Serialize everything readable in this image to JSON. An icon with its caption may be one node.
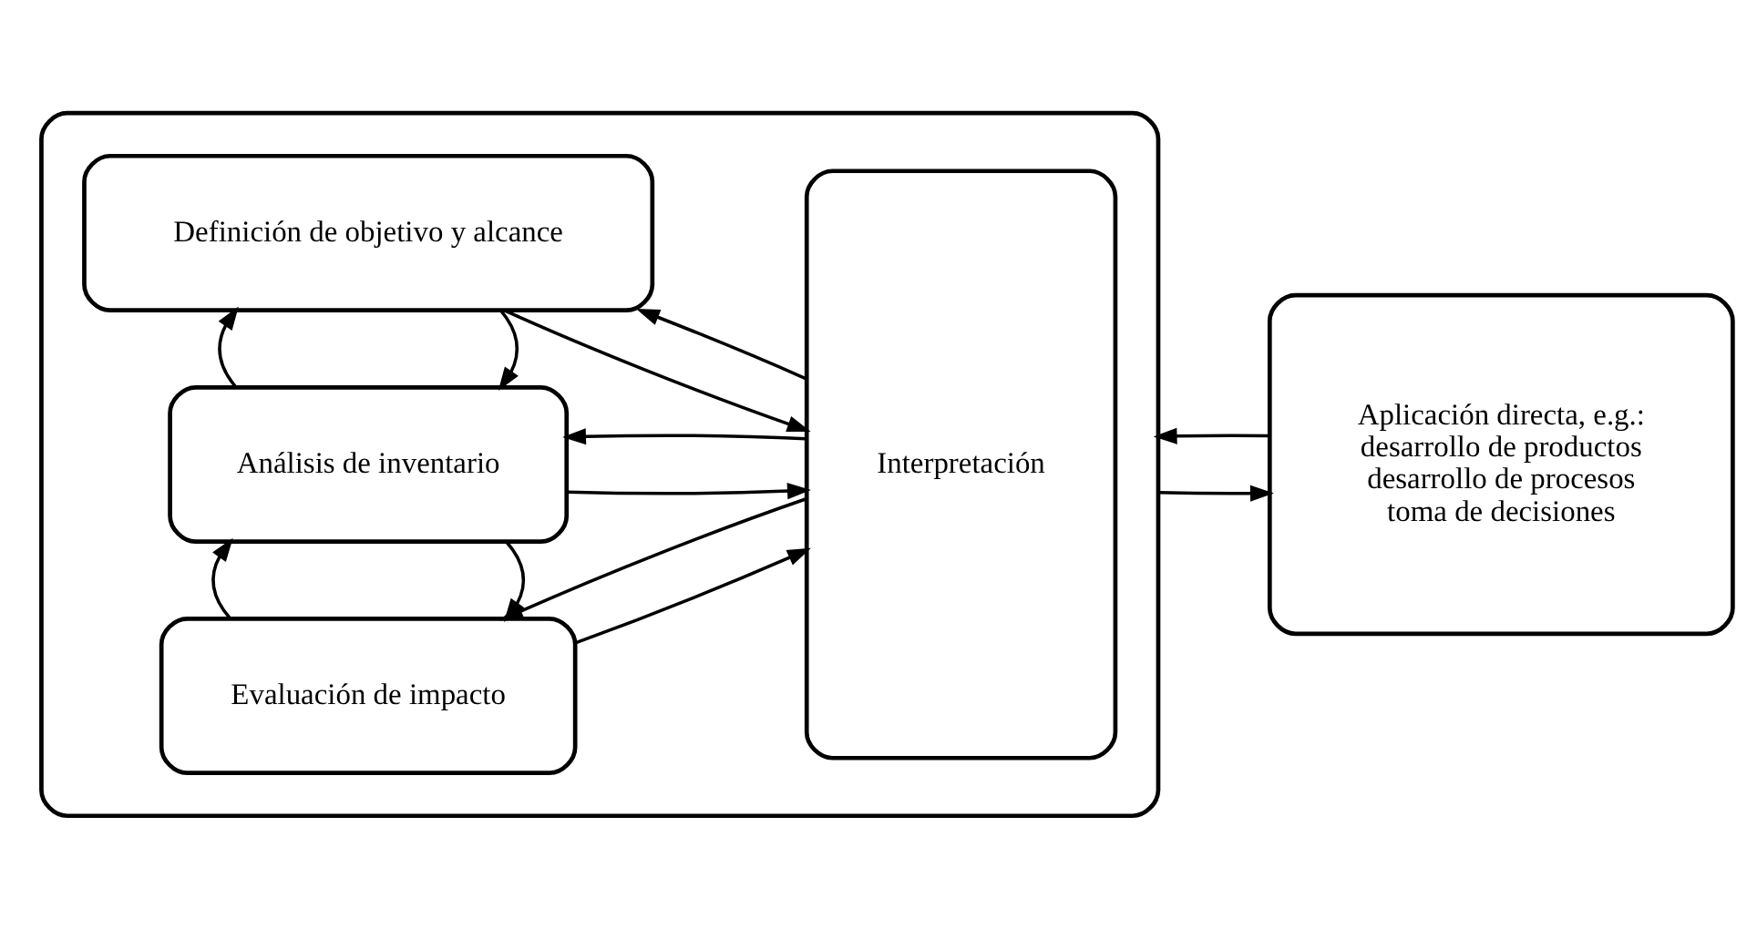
{
  "diagram": {
    "nodes": [
      {
        "text": [],
        "shape": "box"
      },
      {
        "text": [
          "Definición de objetivo y alcance"
        ],
        "in": 0
      },
      {
        "text": [
          "Análisis de inventario"
        ],
        "in": 0
      },
      {
        "text": [
          "Evaluación de impacto"
        ],
        "in": 0
      },
      {
        "text": [
          "Interpretación"
        ],
        "in": 0
      },
      {
        "text": [
          "Aplicación directa, e.g.:",
          "desarrollo de productos",
          "desarrollo de procesos",
          "toma de decisiones"
        ]
      }
    ],
    "edges": [
      {
        "from": 1,
        "to": 4,
        "arrow": "to"
      },
      {
        "from": 4,
        "to": 1,
        "arrow": "to"
      },
      {
        "from": 1,
        "to": 2,
        "arrow": "to"
      },
      {
        "from": 2,
        "to": 1,
        "arrow": "to"
      },
      {
        "from": 2,
        "to": 4,
        "arrow": "to"
      },
      {
        "from": 4,
        "to": 2,
        "arrow": "to"
      },
      {
        "from": 2,
        "to": 3,
        "arrow": "to"
      },
      {
        "from": 3,
        "to": 2,
        "arrow": "to"
      },
      {
        "from": 3,
        "to": 4,
        "arrow": "to"
      },
      {
        "from": 4,
        "to": 3,
        "arrow": "to"
      },
      {
        "from": 0,
        "to": 5,
        "arrow": "to"
      },
      {
        "from": 5,
        "to": 0,
        "arrow": "to"
      }
    ]
  }
}
